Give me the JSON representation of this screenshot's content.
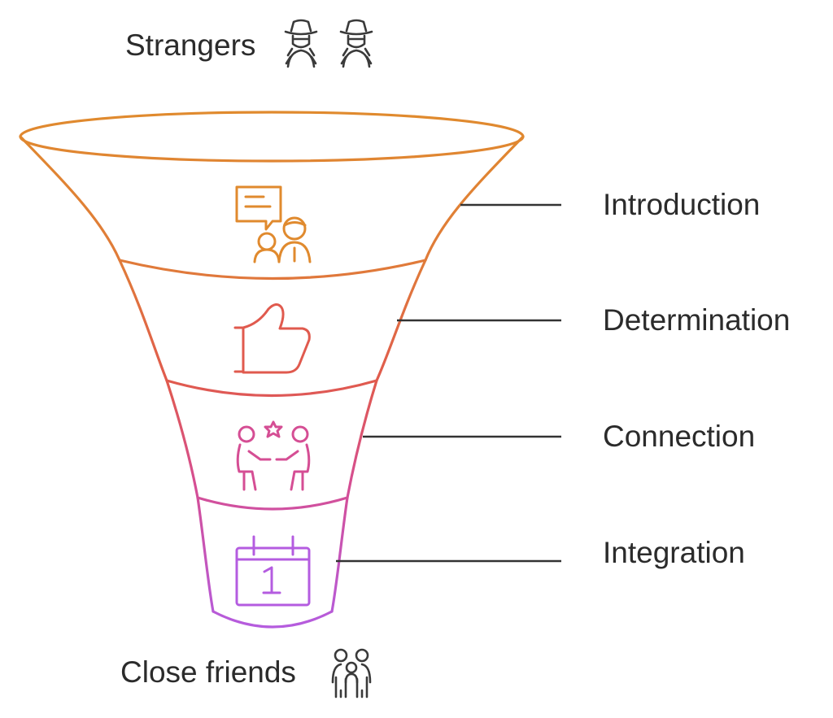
{
  "top_label": "Strangers",
  "bottom_label": "Close friends",
  "stages": [
    {
      "label": "Introduction",
      "icon": "chat-people-icon",
      "color": "#E08A2E"
    },
    {
      "label": "Determination",
      "icon": "thumbs-up-icon",
      "color": "#E05A4E"
    },
    {
      "label": "Connection",
      "icon": "people-meeting-icon",
      "color": "#D54E94"
    },
    {
      "label": "Integration",
      "icon": "calendar-icon",
      "color": "#B45CE0"
    }
  ],
  "colors": {
    "text": "#2b2b2b",
    "connector": "#333333",
    "icon_dark": "#3a3a3a"
  }
}
